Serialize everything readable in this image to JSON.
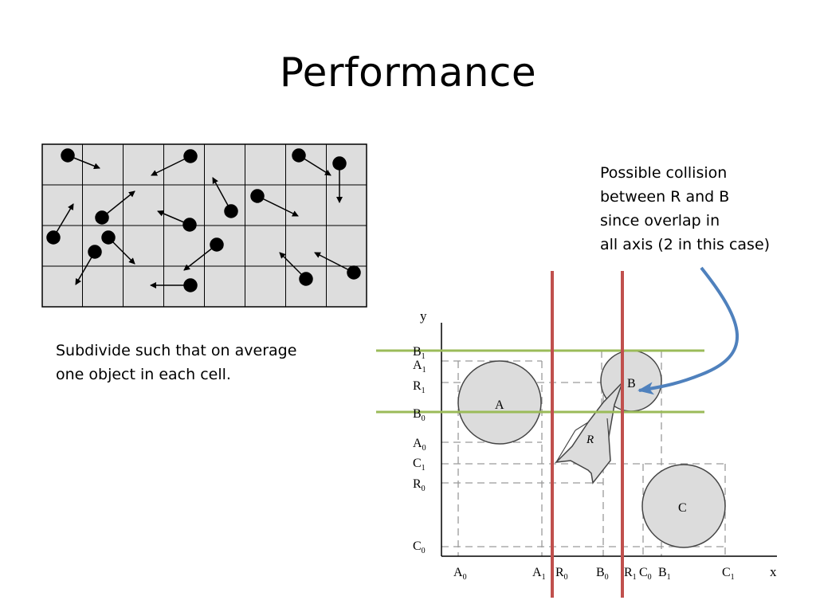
{
  "slide": {
    "title": "Performance"
  },
  "grid_caption": {
    "lines": [
      "Subdivide such that on average",
      "one object in each cell."
    ]
  },
  "collision_note": {
    "lines": [
      "Possible collision",
      "between R and B",
      "since overlap in",
      "all axis (2 in this case)"
    ]
  },
  "colors": {
    "grid_fill": "#dddddd",
    "object_fill": "#d9d9d9",
    "x_bound_lines": "#c0504d",
    "y_bound_lines": "#9bbb59",
    "callout_arrow": "#4f81bd"
  },
  "diagram": {
    "y_axis_label": "y",
    "x_axis_label": "x",
    "objects": [
      {
        "label": "A"
      },
      {
        "label": "B"
      },
      {
        "label": "C"
      },
      {
        "label": "R"
      }
    ],
    "y_ticks": [
      {
        "base": "B",
        "sub": "1"
      },
      {
        "base": "A",
        "sub": "1"
      },
      {
        "base": "R",
        "sub": "1"
      },
      {
        "base": "B",
        "sub": "0"
      },
      {
        "base": "A",
        "sub": "0"
      },
      {
        "base": "C",
        "sub": "1"
      },
      {
        "base": "R",
        "sub": "0"
      },
      {
        "base": "C",
        "sub": "0"
      }
    ],
    "x_ticks": [
      {
        "base": "A",
        "sub": "0"
      },
      {
        "base": "A",
        "sub": "1"
      },
      {
        "base": "R",
        "sub": "0"
      },
      {
        "base": "B",
        "sub": "0"
      },
      {
        "base": "R",
        "sub": "1"
      },
      {
        "base": "C",
        "sub": "0"
      },
      {
        "base": "B",
        "sub": "1"
      },
      {
        "base": "C",
        "sub": "1"
      }
    ]
  }
}
